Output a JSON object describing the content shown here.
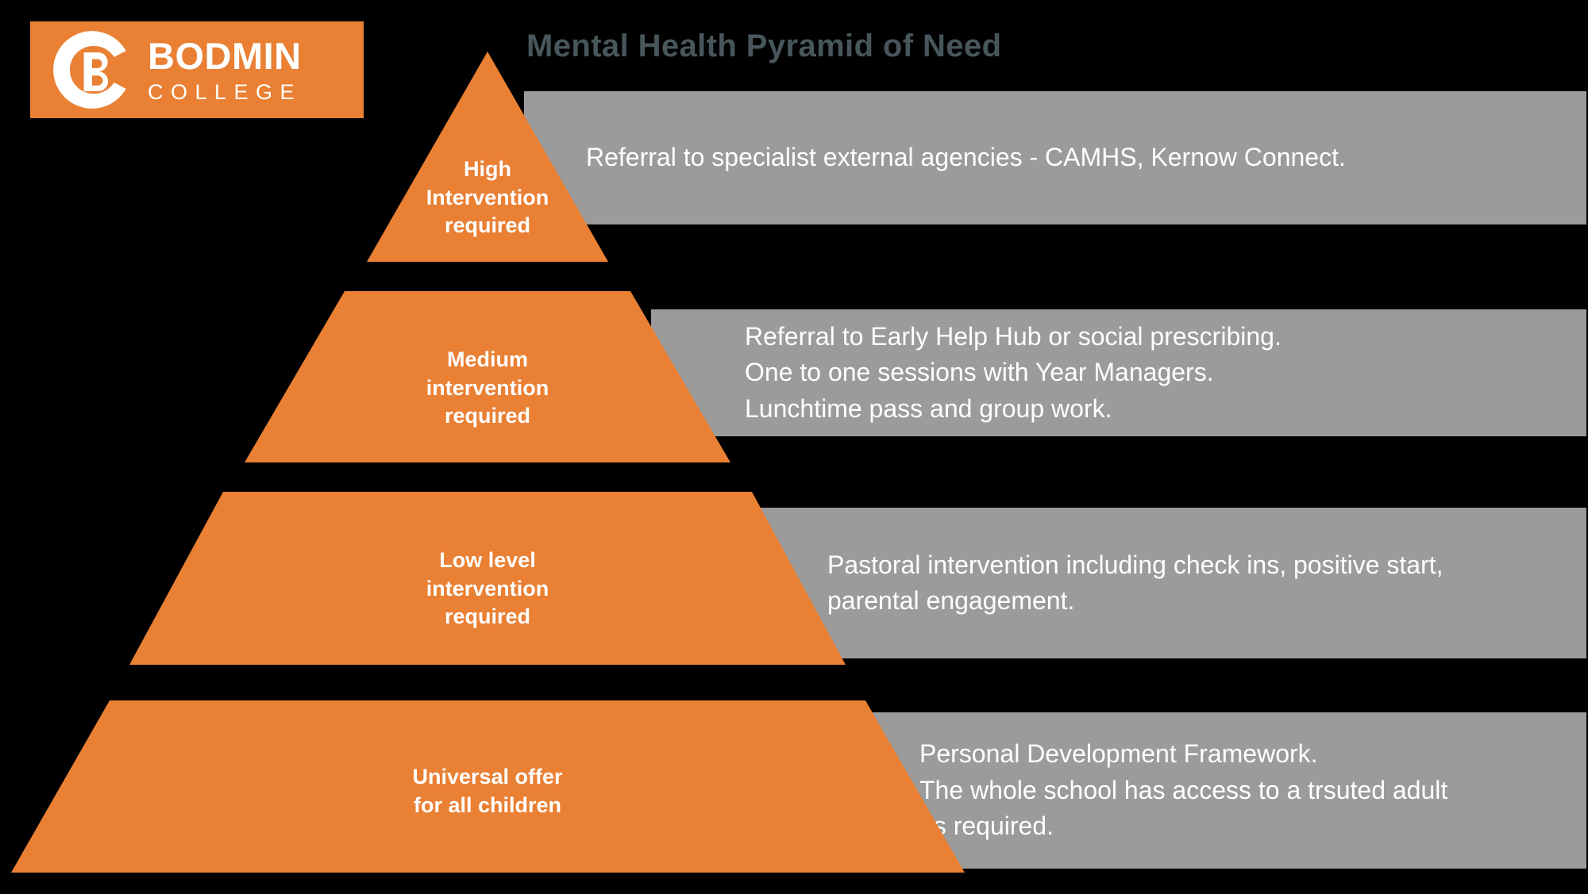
{
  "title": "Mental Health Pyramid of Need",
  "logo": {
    "name": "BODMIN",
    "sub": "COLLEGE",
    "background_color": "#E98034",
    "text_color": "#FFFFFF",
    "mark": "bodmin-bc-monogram"
  },
  "colors": {
    "background": "#000000",
    "pyramid": "#E98034",
    "bar": "#9B9B9B",
    "title": "#47565B",
    "text": "#FFFFFF"
  },
  "chart_data": {
    "type": "pyramid",
    "title": "Mental Health Pyramid of Need",
    "levels": [
      {
        "rank": 1,
        "position": "top",
        "label": "High\nIntervention\nrequired",
        "description": "Referral to specialist external agencies - CAMHS, Kernow Connect."
      },
      {
        "rank": 2,
        "position": "upper-middle",
        "label": "Medium\nintervention\nrequired",
        "description": "Referral to Early Help Hub or social prescribing.\nOne to one sessions with Year Managers.\nLunchtime pass and group work."
      },
      {
        "rank": 3,
        "position": "lower-middle",
        "label": "Low level\nintervention\nrequired",
        "description": "Pastoral intervention including check ins, positive start,\nparental engagement."
      },
      {
        "rank": 4,
        "position": "base",
        "label": "Universal offer\nfor all children",
        "description": "Personal Development Framework.\nThe whole school has access to a trsuted adult\nas required."
      }
    ]
  }
}
